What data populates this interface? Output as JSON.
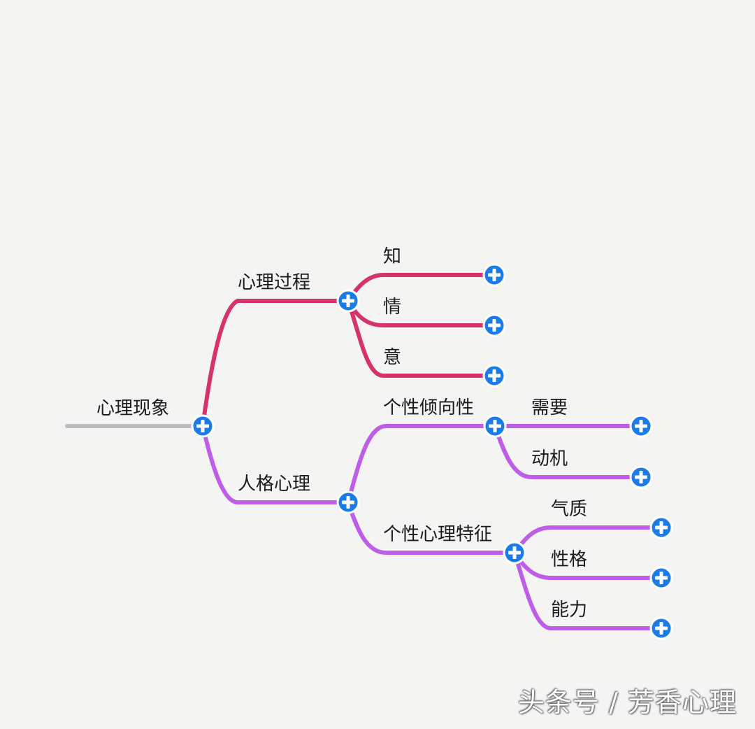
{
  "colors": {
    "root_line": "#bdbdbd",
    "branch_process": "#d6336c",
    "branch_personality": "#be5ee8",
    "expand_button": "#1a7ce8",
    "background": "#f4f5f3"
  },
  "mindmap": {
    "root": {
      "label": "心理现象",
      "children": [
        {
          "label": "心理过程",
          "color": "branch_process",
          "children": [
            {
              "label": "知"
            },
            {
              "label": "情"
            },
            {
              "label": "意"
            }
          ]
        },
        {
          "label": "人格心理",
          "color": "branch_personality",
          "children": [
            {
              "label": "个性倾向性",
              "children": [
                {
                  "label": "需要"
                },
                {
                  "label": "动机"
                }
              ]
            },
            {
              "label": "个性心理特征",
              "children": [
                {
                  "label": "气质"
                },
                {
                  "label": "性格"
                },
                {
                  "label": "能力"
                }
              ]
            }
          ]
        }
      ]
    }
  },
  "icons": {
    "expand": "plus-circle-icon"
  },
  "watermark": "头条号 / 芳香心理"
}
